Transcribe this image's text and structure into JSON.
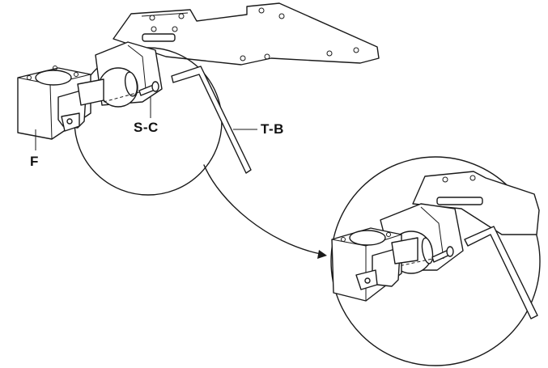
{
  "labels": {
    "f": "F",
    "sc": "S-C",
    "tb": "T-B"
  },
  "colors": {
    "line": "#1a1a1a",
    "background": "#ffffff"
  }
}
